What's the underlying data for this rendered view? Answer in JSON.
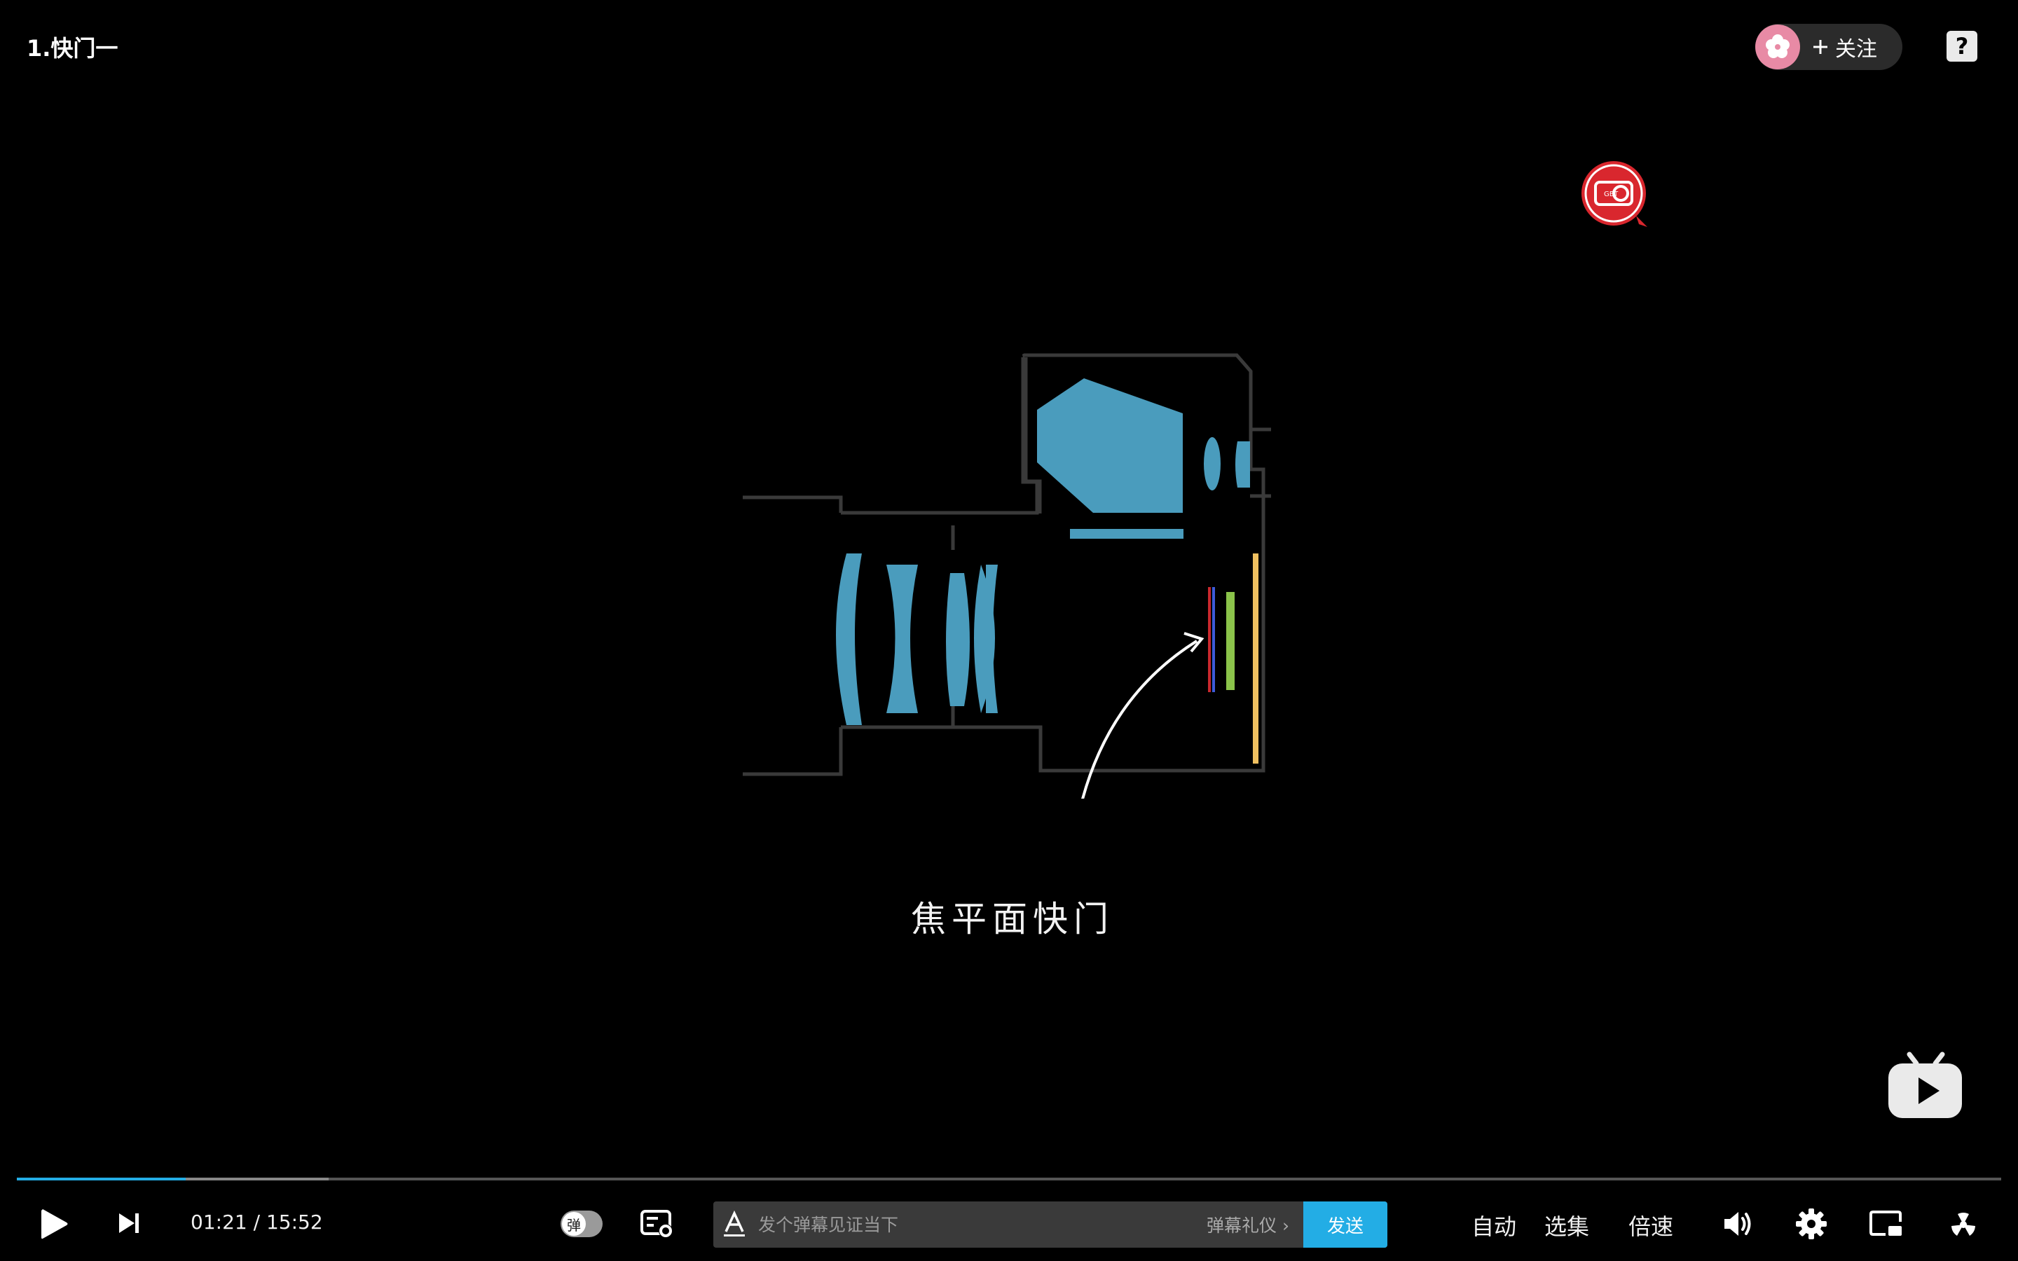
{
  "header": {
    "title": "1.快门一",
    "follow_label": "关注",
    "help_glyph": "?"
  },
  "video": {
    "caption": "焦平面快门",
    "badge_text": "GET"
  },
  "player": {
    "current_time": "01:21",
    "separator": "/",
    "duration": "15:52",
    "played_fraction": 0.085,
    "buffered_fraction": 0.157,
    "danmaku_toggle_glyph": "弹",
    "danmaku_placeholder": "发个弹幕见证当下",
    "etiquette_label": "弹幕礼仪 ›",
    "send_label": "发送",
    "auto_label": "自动",
    "episodes_label": "选集",
    "speed_label": "倍速"
  },
  "colors": {
    "accent": "#23ade5",
    "lens_blue": "#4a9cbd",
    "avatar_pink": "#e88aa5",
    "badge_red": "#d9272e"
  },
  "icons": [
    "play-icon",
    "next-icon",
    "danmaku-settings-icon",
    "font-style-icon",
    "volume-icon",
    "settings-icon",
    "picture-in-picture-icon",
    "fullscreen-icon",
    "help-icon",
    "plus-icon",
    "tv-logo-icon"
  ]
}
